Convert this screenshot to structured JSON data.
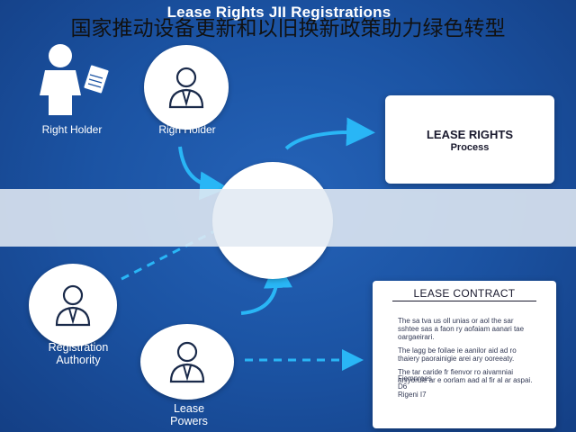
{
  "title": "Lease Rights JII Registrations",
  "nodes": {
    "right_holder_1": {
      "label": "Right Holder",
      "icon": "person-with-document-icon"
    },
    "right_holder_2": {
      "label": "Righ Holder",
      "icon": "businessman-icon"
    },
    "registration_authority": {
      "label_line1": "Registration",
      "label_line2": "Authority",
      "icon": "businessman-icon"
    },
    "lease_powers": {
      "label_line1": "Lease",
      "label_line2": "Powers",
      "icon": "businessman-icon"
    }
  },
  "cards": {
    "process": {
      "title": "LEASE RIGHTS",
      "subtitle": "Process"
    },
    "contract": {
      "title": "LEASE CONTRACT",
      "paragraphs": [
        "The sa tva us oll unias or aol the sar sshtee sas a faon ry aofaiam aanari tae oargaeirari.",
        "The lagg be foilae ie aanilor aid ad ro thaiery paorainigie arei ary ooreeaty.",
        "The tar caride fr fienvor ro aivamniai aniyoruie ar e oorlam aad al fir al ar aspai."
      ],
      "footer": [
        "Fiemnrees",
        "D6",
        "Rigeni I7"
      ]
    }
  },
  "banner_text": "国家推动设备更新和以旧换新政策助力绿色转型",
  "colors": {
    "background": "#1b53a3",
    "arrow": "#29b6f6",
    "banner": "#e1e9f3"
  }
}
